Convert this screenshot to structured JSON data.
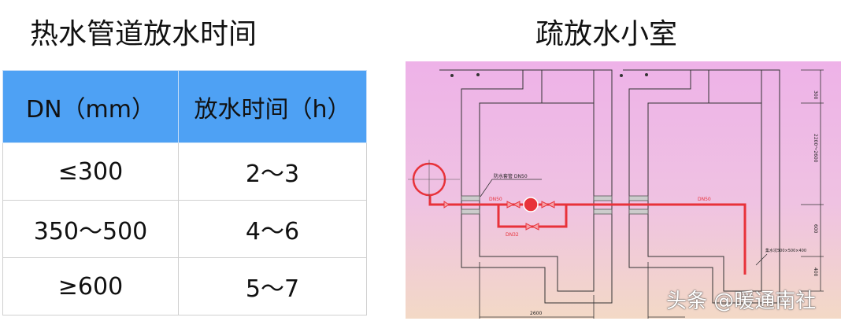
{
  "left_title": "热水管道放水时间",
  "right_title": "疏放水小室",
  "table": {
    "headers": [
      "DN（mm）",
      "放水时间（h）"
    ],
    "rows": [
      [
        "≤300",
        "2～3"
      ],
      [
        "350～500",
        "4～6"
      ],
      [
        "≥600",
        "5～7"
      ]
    ]
  },
  "diagram": {
    "labels": {
      "sleeve": "防水套管 DN50",
      "pipe_left": "DN50",
      "pipe_right": "DN50",
      "bypass": "DN32",
      "width_dim": "2600",
      "pit": "集水坑500×500×400"
    },
    "dims": [
      "300",
      "2200～2600",
      "600",
      "400"
    ],
    "colors": {
      "pipe": "#e8323a",
      "line": "#333333",
      "bg_top": "#eeb2e8",
      "bg_bottom": "#f3d9c6"
    }
  },
  "watermark": "头条 @暖通南社"
}
